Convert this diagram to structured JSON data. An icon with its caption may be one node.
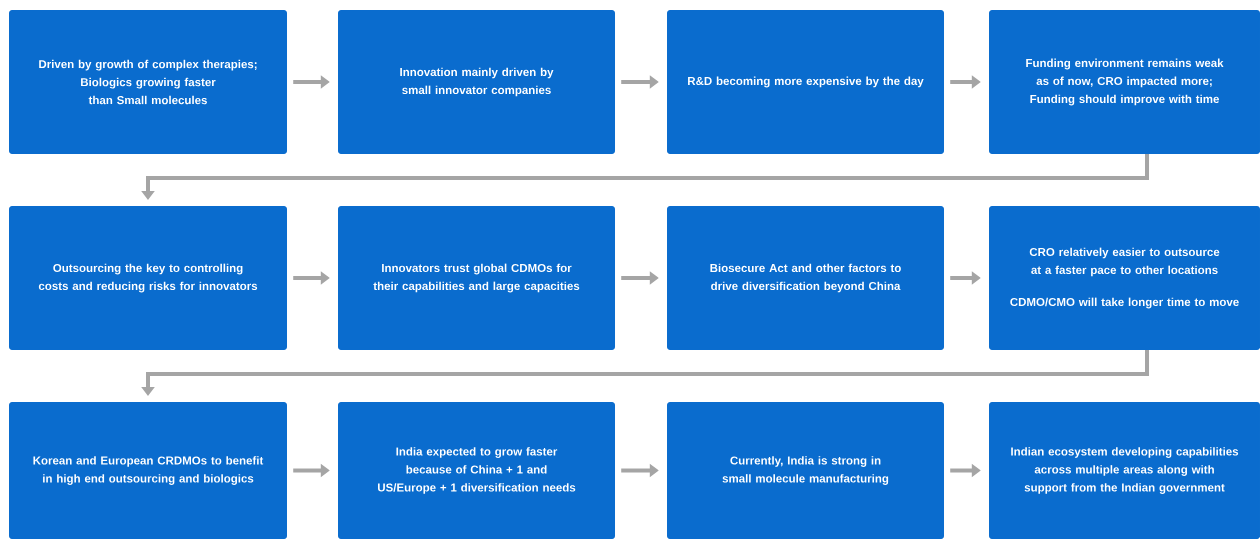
{
  "diagram": {
    "nodes": [
      {
        "text": [
          "Driven by growth of complex therapies;",
          "Biologics growing faster than Small molecules"
        ]
      },
      {
        "text": [
          "Innovation mainly driven by small innovator companies"
        ]
      },
      {
        "text": [
          "R&D becoming more expensive by the day"
        ]
      },
      {
        "text": [
          "Funding environment remains weak as of now, CRO impacted more;",
          "Funding should improve with time"
        ]
      },
      {
        "text": [
          "Outsourcing the key to controlling costs and reducing risks for innovators"
        ]
      },
      {
        "text": [
          "Innovators trust global CDMOs for their capabilities and large capacities"
        ]
      },
      {
        "text": [
          "Biosecure Act and other factors to drive diversification beyond China"
        ]
      },
      {
        "text": [
          "CRO relatively easier to outsource at a faster pace to other locations",
          "CDMO/CMO will take longer time to move"
        ]
      },
      {
        "text": [
          "Korean and European CRDMOs to benefit in high end outsourcing and biologics"
        ]
      },
      {
        "text": [
          "India expected to grow faster because of China + 1 and US/Europe + 1 diversification needs"
        ]
      },
      {
        "text": [
          "Currently, India is strong in small molecule manufacturing"
        ]
      },
      {
        "text": [
          "Indian ecosystem developing capabilities across multiple areas along with support from the Indian government"
        ]
      }
    ],
    "edges": [
      {
        "from": 0,
        "to": 1,
        "arrow": "to"
      },
      {
        "from": 1,
        "to": 2,
        "arrow": "to"
      },
      {
        "from": 2,
        "to": 3,
        "arrow": "to"
      },
      {
        "from": 3,
        "to": 4,
        "arrow": "to"
      },
      {
        "from": 4,
        "to": 5,
        "arrow": "to"
      },
      {
        "from": 5,
        "to": 6,
        "arrow": "to"
      },
      {
        "from": 6,
        "to": 7,
        "arrow": "to"
      },
      {
        "from": 7,
        "to": 8,
        "arrow": "to"
      },
      {
        "from": 8,
        "to": 9,
        "arrow": "to"
      },
      {
        "from": 9,
        "to": 10,
        "arrow": "to"
      },
      {
        "from": 10,
        "to": 11,
        "arrow": "to"
      }
    ]
  }
}
